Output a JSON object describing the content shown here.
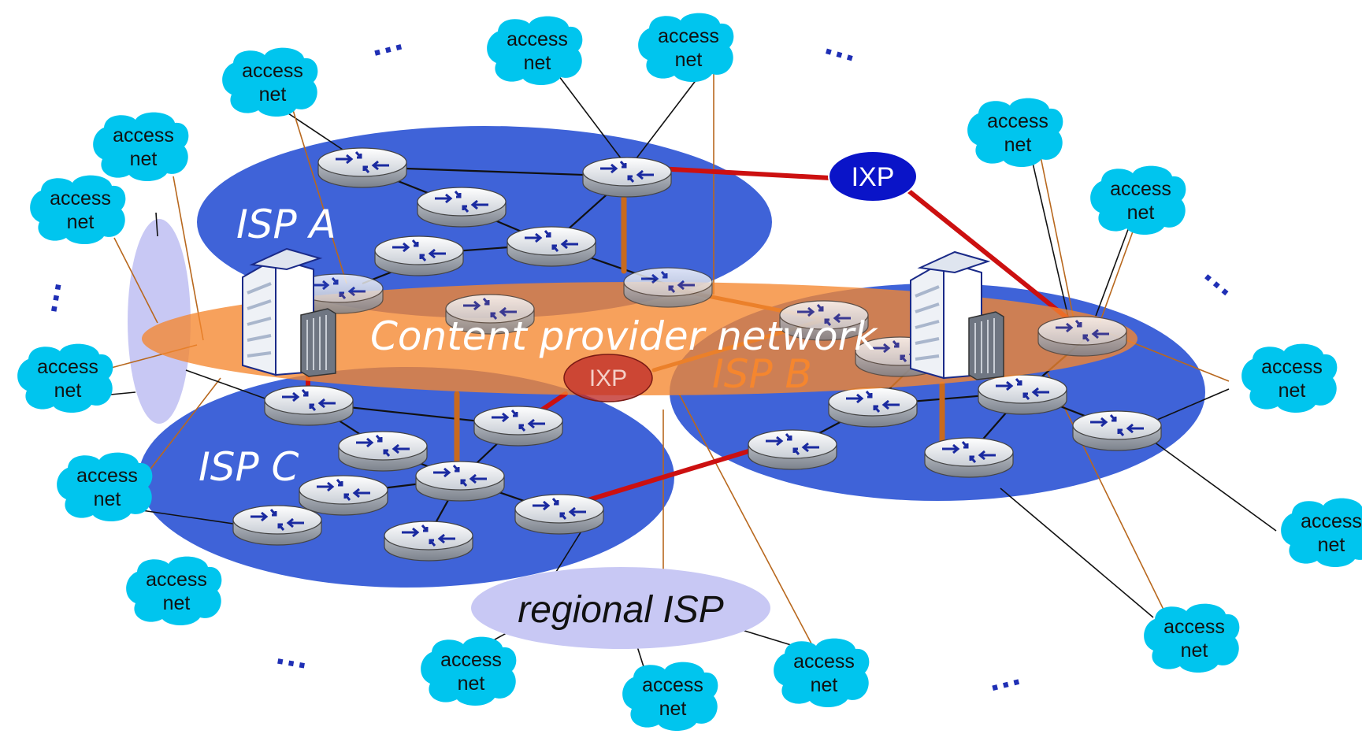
{
  "access_net": {
    "line1": "access",
    "line2": "net"
  },
  "isps": {
    "a": "ISP A",
    "b": "ISP B",
    "c": "ISP C"
  },
  "content_provider": "Content provider network",
  "regional_isp": "regional ISP",
  "ixp": "IXP",
  "ellipsis": "…",
  "colors": {
    "isp_fill": "#3f63d8",
    "content_fill": "#f5862e",
    "regional_fill": "#c8c8f4",
    "ixp_top": "#0a14c8",
    "ixp_middle": "#c0302a",
    "link_red": "#cc1010",
    "link_orange": "#c86a1e",
    "link_thin_orange": "#b8681e",
    "access_cloud": "#00c5ee"
  }
}
